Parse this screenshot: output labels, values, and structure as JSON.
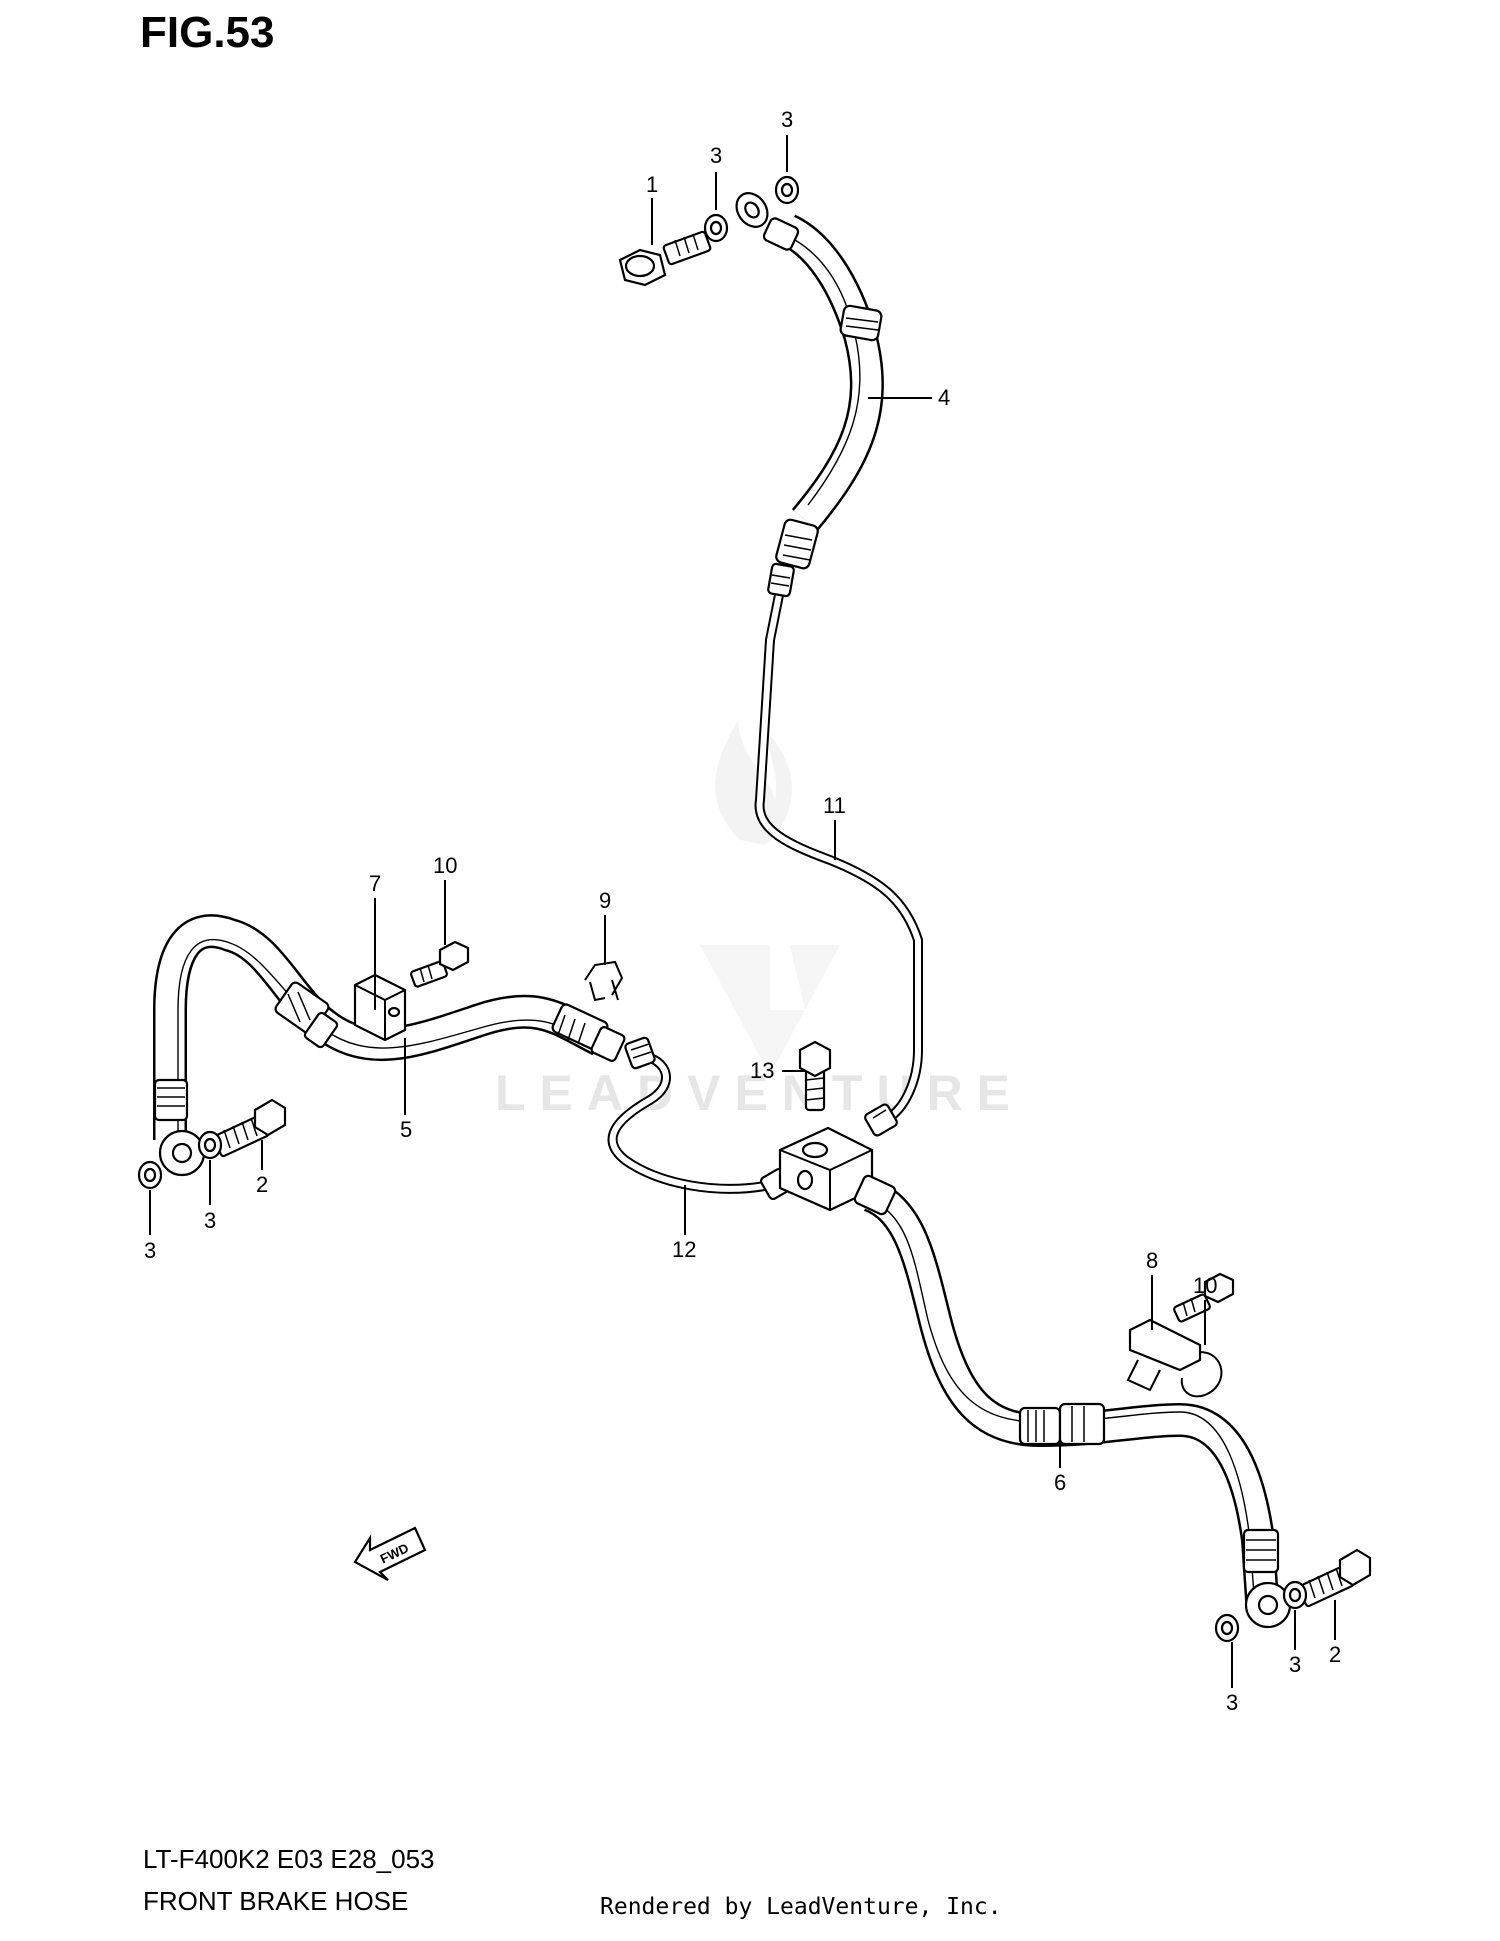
{
  "figure": {
    "title": "FIG.53"
  },
  "callouts": {
    "c1": "1",
    "c2a": "2",
    "c2b": "2",
    "c3a": "3",
    "c3b": "3",
    "c3c": "3",
    "c3d": "3",
    "c3e": "3",
    "c3f": "3",
    "c4": "4",
    "c5": "5",
    "c6": "6",
    "c7": "7",
    "c8": "8",
    "c9": "9",
    "c10a": "10",
    "c10b": "10",
    "c11": "11",
    "c12": "12",
    "c13": "13"
  },
  "watermark": {
    "text": "LEADVENTURE"
  },
  "fwd_label": "FWD",
  "footer": {
    "model_code": "LT-F400K2 E03 E28_053",
    "section_name": "FRONT BRAKE HOSE",
    "rendered_by": "Rendered by LeadVenture, Inc."
  },
  "colors": {
    "ink": "#000000",
    "watermark": "#e6e6e6",
    "background": "#ffffff"
  }
}
